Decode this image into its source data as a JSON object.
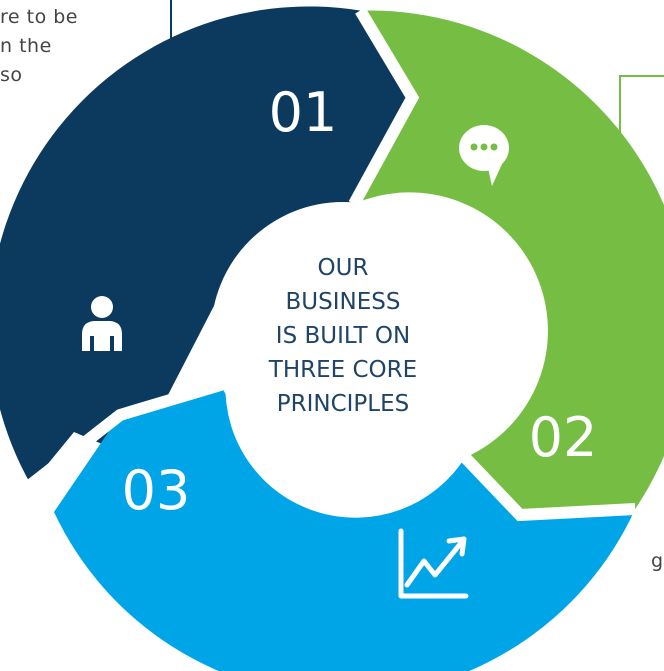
{
  "snippet_left": {
    "lines": [
      "re to be",
      "n the",
      "so"
    ]
  },
  "snippet_right": {
    "text": "g"
  },
  "center": {
    "lines": [
      "OUR",
      "BUSINESS",
      "IS BUILT ON",
      "THREE CORE",
      "PRINCIPLES"
    ]
  },
  "segments": [
    {
      "number": "01",
      "icon": "person-icon",
      "color": "#0b3a5e"
    },
    {
      "number": "02",
      "icon": "chat-bubble-icon",
      "color": "#76bd43"
    },
    {
      "number": "03",
      "icon": "growth-chart-icon",
      "color": "#00a5e8"
    }
  ],
  "colors": {
    "callout_line": "#0b3a5e",
    "callout_line_green": "#76bd43",
    "center_text": "#1f4466",
    "icon": "#ffffff"
  }
}
